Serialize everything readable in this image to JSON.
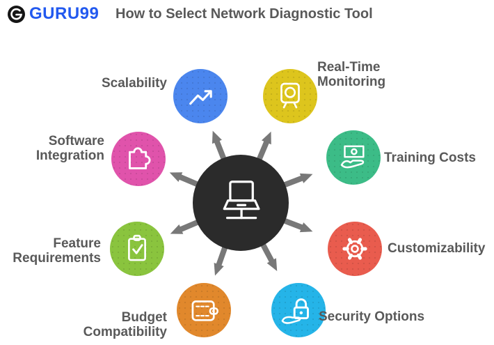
{
  "header": {
    "brand": "GURU99",
    "brand_color": "#2259ef",
    "title": "How to Select Network Diagnostic Tool",
    "title_color": "#595959"
  },
  "center": {
    "icon": "laptop-network-icon",
    "color": "#2b2b2b"
  },
  "arrow_color": "#787878",
  "label_color": "#595959",
  "factors": [
    {
      "label": "Scalability",
      "color": "#4b86ee",
      "icon": "trend-up-icon"
    },
    {
      "label": "Real-Time Monitoring",
      "color": "#ddc51d",
      "icon": "monitor-camera-icon"
    },
    {
      "label": "Software Integration",
      "color": "#e053ab",
      "icon": "puzzle-icon"
    },
    {
      "label": "Training Costs",
      "color": "#3cbc87",
      "icon": "money-hand-icon"
    },
    {
      "label": "Feature Requirements",
      "color": "#8ac43e",
      "icon": "clipboard-check-icon"
    },
    {
      "label": "Customizability",
      "color": "#e95c4e",
      "icon": "gear-icon"
    },
    {
      "label": "Budget Compatibility",
      "color": "#e1882c",
      "icon": "wallet-icon"
    },
    {
      "label": "Security Options",
      "color": "#25b4e8",
      "icon": "lock-hand-icon"
    }
  ]
}
